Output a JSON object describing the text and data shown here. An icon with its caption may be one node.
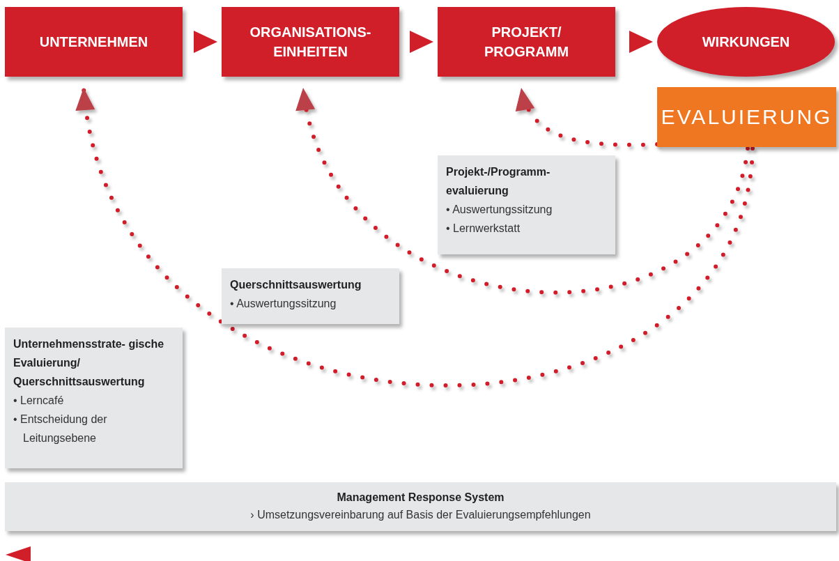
{
  "diagram": {
    "nodes": [
      {
        "text": [
          "UNTERNEHMEN"
        ]
      },
      {
        "text": [
          "ORGANISATIONS- EINHEITEN"
        ]
      },
      {
        "text": [
          "PROJEKT/ PROGRAMM"
        ]
      },
      {
        "text": [
          "WIRKUNGEN"
        ]
      },
      {
        "text": [
          "EVALUIERUNG"
        ]
      },
      {
        "text": [
          "Projekt-/Programm- evaluierung",
          "• Auswertungssitzung",
          "• Lernwerkstatt"
        ]
      },
      {
        "text": [
          "Querschnittsauswertung",
          "• Auswertungssitzung"
        ]
      },
      {
        "text": [
          "Unternehmensstrate- gische Evaluierung/ Querschnittsauswertung",
          "• Lerncafé",
          "• Entscheidung der Leitungsebene"
        ]
      },
      {
        "text": [
          "Management Response System",
          "› Umsetzungsvereinbarung auf Basis der Evaluierungsempfehlungen"
        ]
      }
    ],
    "edges": [
      {
        "from": 0,
        "to": 1,
        "arrow": "to"
      },
      {
        "from": 1,
        "to": 2,
        "arrow": "to"
      },
      {
        "from": 2,
        "to": 3,
        "arrow": "to"
      },
      {
        "from": 4,
        "to": 2,
        "arrow": "to",
        "style": "dashed"
      },
      {
        "from": 4,
        "to": 1,
        "arrow": "to",
        "style": "dashed"
      },
      {
        "from": 4,
        "to": 0,
        "arrow": "to",
        "style": "dashed"
      }
    ]
  }
}
